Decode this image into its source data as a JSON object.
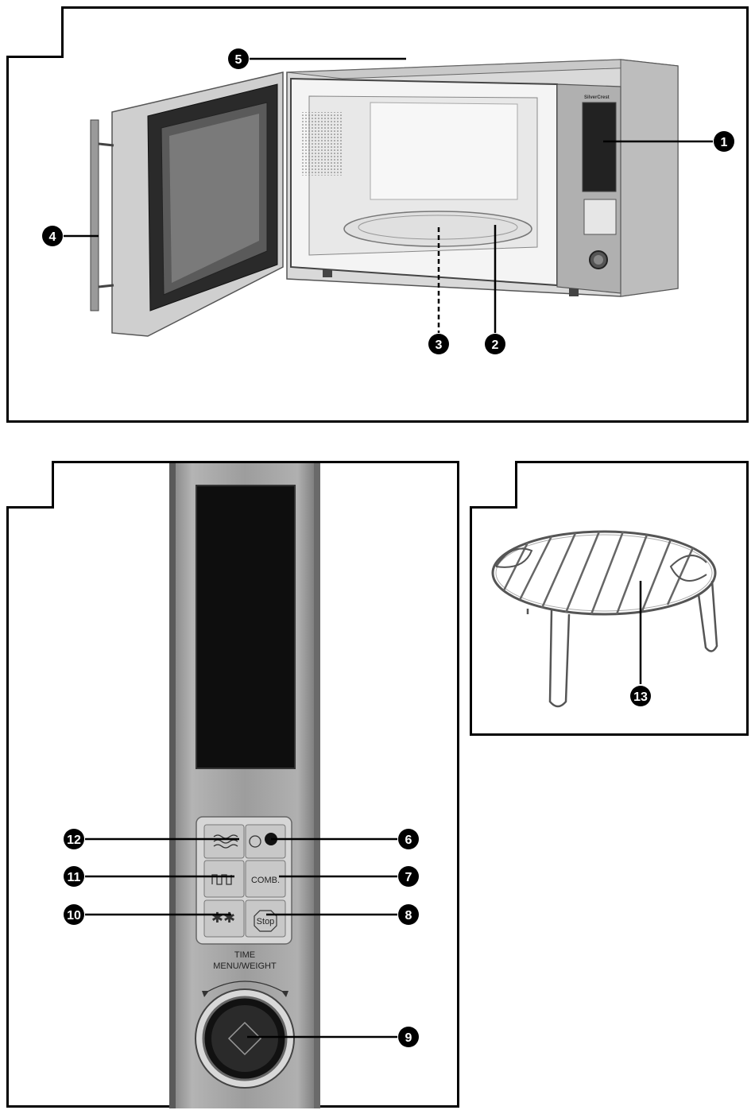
{
  "figure1": {
    "callouts": [
      "1",
      "2",
      "3",
      "4",
      "5"
    ],
    "brand": "SilverCrest"
  },
  "figure2": {
    "callouts": [
      "6",
      "7",
      "8",
      "9",
      "10",
      "11",
      "12"
    ],
    "buttons": {
      "comb_label": "COMB.",
      "stop_label": "Stop"
    },
    "dial_label_line1": "TIME",
    "dial_label_line2": "MENU/WEIGHT"
  },
  "figure3": {
    "callouts": [
      "13"
    ]
  },
  "colors": {
    "steel": "#9a9a9a",
    "callout_fill": "#000000"
  }
}
